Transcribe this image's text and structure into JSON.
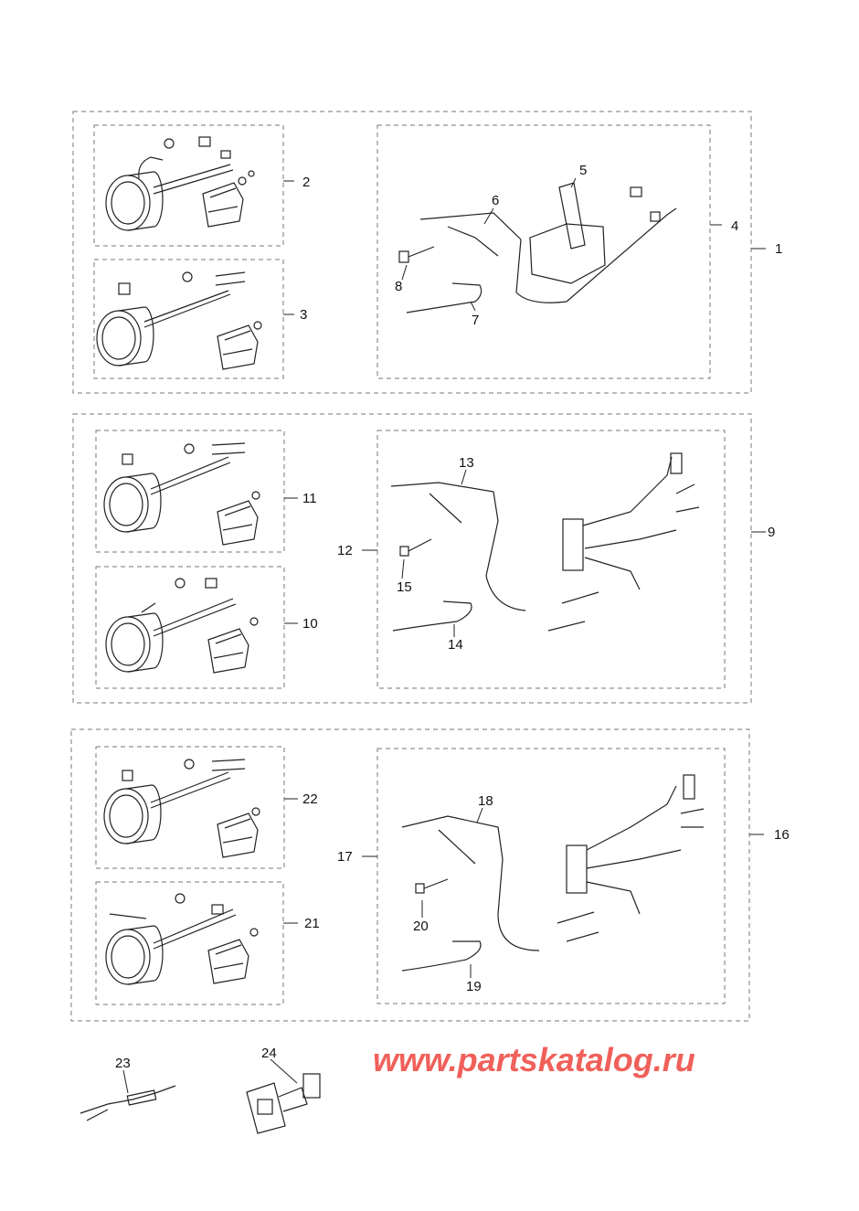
{
  "labels": {
    "l1": "1",
    "l2": "2",
    "l3": "3",
    "l4": "4",
    "l5": "5",
    "l6": "6",
    "l7": "7",
    "l8": "8",
    "l9": "9",
    "l10": "10",
    "l11": "11",
    "l12": "12",
    "l13": "13",
    "l14": "14",
    "l15": "15",
    "l16": "16",
    "l17": "17",
    "l18": "18",
    "l19": "19",
    "l20": "20",
    "l21": "21",
    "l22": "22",
    "l23": "23",
    "l24": "24"
  },
  "watermark": "www.partskatalog.ru",
  "colors": {
    "watermark": "#f0605a",
    "lines": "#222222",
    "boxes": "#777777"
  }
}
